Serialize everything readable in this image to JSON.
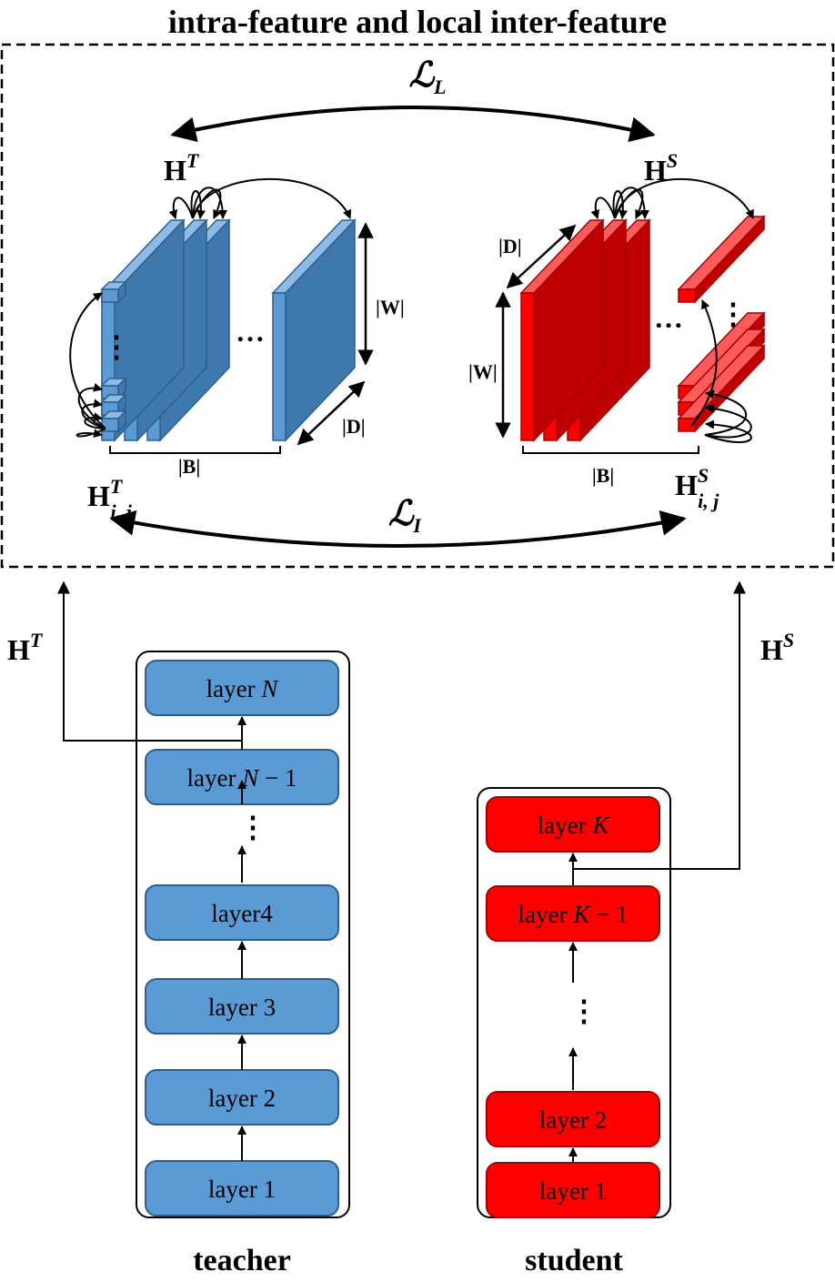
{
  "title": "intra-feature and local inter-feature",
  "losses": {
    "local": {
      "symbol": "ℒ",
      "sub": "L"
    },
    "intra": {
      "symbol": "ℒ",
      "sub": "I"
    }
  },
  "teacher_panel": {
    "feature_label": "H",
    "feature_sup": "T",
    "element_label": "H",
    "element_sup": "T",
    "element_sub": "i, j"
  },
  "student_panel": {
    "feature_label": "H",
    "feature_sup": "S",
    "element_label": "H",
    "element_sup": "S",
    "element_sub": "i, j"
  },
  "dims": {
    "w": "|W|",
    "d": "|D|",
    "b": "|B|"
  },
  "ellipsis_h": "…",
  "side_labels": {
    "teacher": {
      "base": "H",
      "sup": "T"
    },
    "student": {
      "base": "H",
      "sup": "S"
    }
  },
  "teacher": {
    "caption": "teacher",
    "layers": [
      {
        "prefix": "layer ",
        "var": "N",
        "suffix": ""
      },
      {
        "prefix": "layer ",
        "var": "N",
        "suffix": " − 1"
      },
      {
        "prefix": "layer4",
        "var": "",
        "suffix": ""
      },
      {
        "prefix": "layer 3",
        "var": "",
        "suffix": ""
      },
      {
        "prefix": "layer 2",
        "var": "",
        "suffix": ""
      },
      {
        "prefix": "layer 1",
        "var": "",
        "suffix": ""
      }
    ]
  },
  "student": {
    "caption": "student",
    "layers": [
      {
        "prefix": "layer ",
        "var": "K",
        "suffix": ""
      },
      {
        "prefix": "layer ",
        "var": "K",
        "suffix": " − 1"
      },
      {
        "prefix": "layer 2",
        "var": "",
        "suffix": ""
      },
      {
        "prefix": "layer 1",
        "var": "",
        "suffix": ""
      }
    ]
  },
  "colors": {
    "teacher_face": "#5b9bd5",
    "teacher_side": "#3e78ac",
    "teacher_top": "#8dbbe6",
    "teacher_stroke": "#2e5f8c",
    "student_face": "#ff0000",
    "student_side": "#c00000",
    "student_top": "#ff5b5b",
    "student_stroke": "#a00000"
  }
}
